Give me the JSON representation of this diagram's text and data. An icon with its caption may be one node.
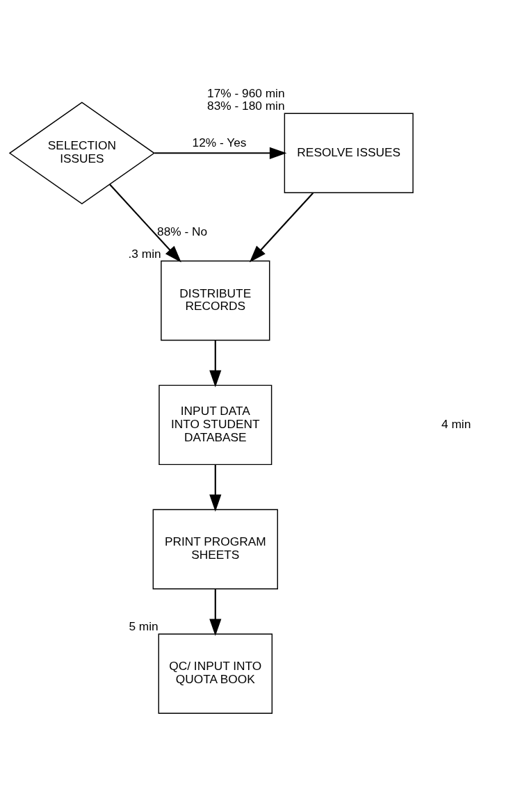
{
  "diagram": {
    "nodes": [
      {
        "text": [
          "SELECTION ISSUES"
        ]
      },
      {
        "text": [
          "RESOLVE ISSUES"
        ],
        "beside": [
          "17% - 960 min",
          "83% - 180 min"
        ]
      },
      {
        "text": [
          "DISTRIBUTE RECORDS"
        ],
        "beside": [
          ".3 min"
        ]
      },
      {
        "text": [
          "INPUT DATA INTO STUDENT DATABASE"
        ]
      },
      {
        "text": [
          "PRINT PROGRAM SHEETS"
        ]
      },
      {
        "text": [
          "QC/ INPUT INTO QUOTA BOOK"
        ],
        "beside": [
          "5 min"
        ]
      }
    ],
    "edges": [
      {
        "from": 0,
        "to": 1,
        "arrow": "to",
        "label": "12% - Yes"
      },
      {
        "from": 0,
        "to": 2,
        "arrow": "to",
        "label": "88% - No"
      },
      {
        "from": 1,
        "to": 2,
        "arrow": "to"
      },
      {
        "from": 2,
        "to": 3,
        "arrow": "to"
      },
      {
        "from": 3,
        "to": 4,
        "arrow": "to"
      },
      {
        "from": 4,
        "to": 5,
        "arrow": "to"
      }
    ],
    "labels": [
      "4 min"
    ]
  }
}
